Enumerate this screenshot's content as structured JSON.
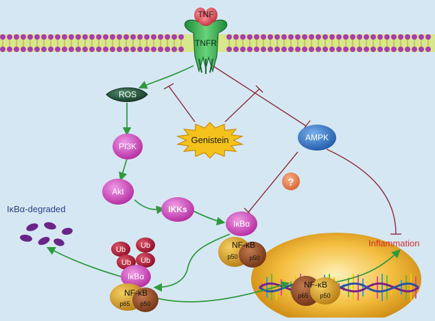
{
  "receptor": {
    "ligand": "TNF",
    "receptor": "TNFR"
  },
  "nodes": {
    "ros": "ROS",
    "pi3k": "PI3K",
    "akt": "Akt",
    "ikks": "IKKs",
    "genistein": "Genistein",
    "ampk": "AMPK",
    "question": "?",
    "ikba_top": "IκBα",
    "nfkb_top": "NF-κB",
    "nfkb_top_p50a": "p50",
    "nfkb_top_p50b": "p50",
    "ikba_bottom": "IκBα",
    "nfkb_bottom": "NF-κB",
    "nfkb_bottom_p65": "p65",
    "nfkb_bottom_p50": "p50",
    "ub": "Ub",
    "nfkb_nucleus": "NF-κB",
    "nfkb_nucleus_p65": "p65",
    "nfkb_nucleus_p50": "p50"
  },
  "labels": {
    "degraded": "IκBα-degraded",
    "inflammation": "Inflammation"
  },
  "colors": {
    "background": "#d6e7f4",
    "activation_arrow": "#2e9a3c",
    "inhibition_line": "#8b2a35",
    "purple_node": "#c23ab4",
    "ampk_node": "#2f6fb8",
    "ros_node": "#1e4a36",
    "genistein_star": "#f4c21b",
    "ub_node": "#a5152e",
    "nfkb_node": "#c98e1d",
    "nucleus": "#e9a51c",
    "inflammation_text": "#d22a2a",
    "degraded_text": "#2b3e8c"
  }
}
